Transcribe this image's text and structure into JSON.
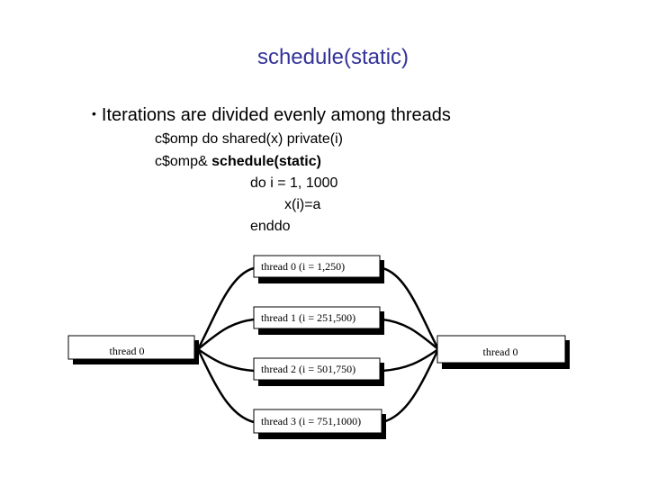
{
  "title": "schedule(static)",
  "bullet": "Iterations are divided evenly among threads",
  "code": {
    "line1": "c$omp do shared(x) private(i)",
    "line2_prefix": "c$omp& ",
    "line2_bold": "schedule(static)",
    "line3": "do i = 1, 1000",
    "line4": "x(i)=a",
    "line5": "enddo"
  },
  "diagram": {
    "left_box": "thread 0",
    "right_box": "thread 0",
    "middle_boxes": [
      "thread 0 (i = 1,250)",
      "thread 1 (i = 251,500)",
      "thread 2 (i = 501,750)",
      "thread 3 (i = 751,1000)"
    ]
  }
}
